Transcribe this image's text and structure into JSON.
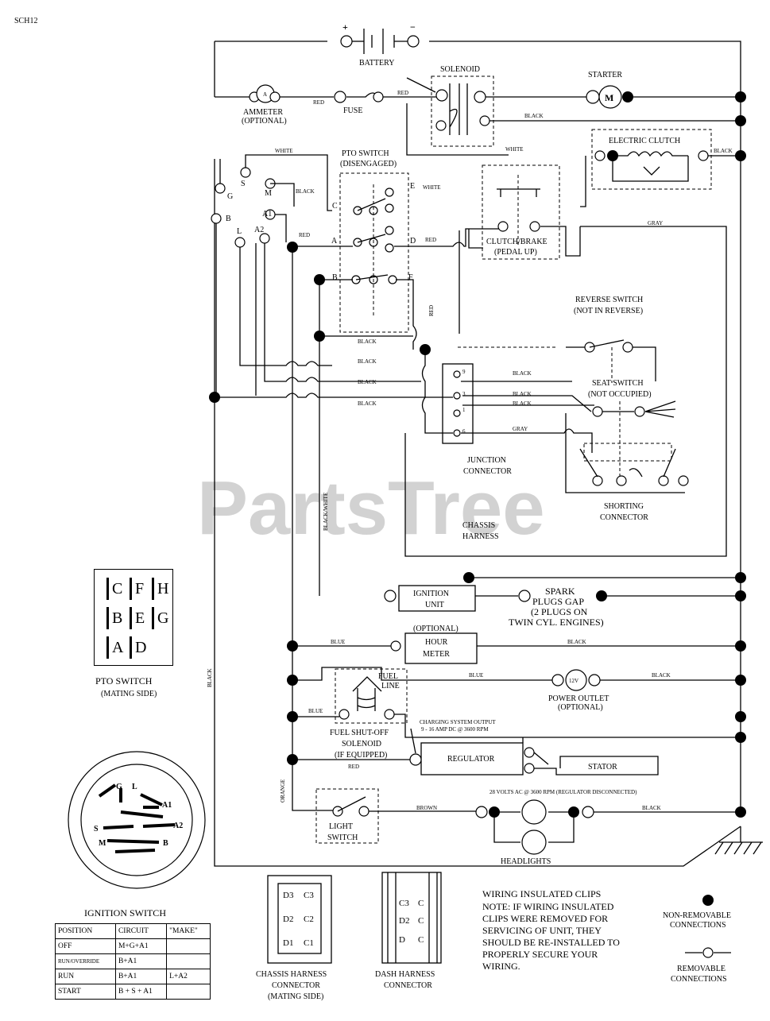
{
  "page": {
    "code": "SCH12"
  },
  "watermark": "PartsTree",
  "components": {
    "battery": "BATTERY",
    "battery_pos": "+",
    "battery_neg": "−",
    "solenoid": "SOLENOID",
    "starter": "STARTER",
    "starter_symbol": "M",
    "ammeter": "AMMETER",
    "ammeter_sub": "(OPTIONAL)",
    "ammeter_symbol": "A",
    "fuse": "FUSE",
    "pto_switch": "PTO SWITCH",
    "pto_switch_sub": "(DISENGAGED)",
    "electric_clutch": "ELECTRIC CLUTCH",
    "clutch_brake": "CLUTCH/BRAKE",
    "clutch_brake_sub": "(PEDAL UP)",
    "reverse_switch": "REVERSE SWITCH",
    "reverse_switch_sub": "(NOT IN REVERSE)",
    "seat_switch": "SEAT SWITCH",
    "seat_switch_sub": "(NOT OCCUPIED)",
    "junction_connector": "JUNCTION",
    "junction_connector_2": "CONNECTOR",
    "shorting_connector": "SHORTING",
    "shorting_connector_2": "CONNECTOR",
    "chassis_harness": "CHASSIS",
    "chassis_harness_2": "HARNESS",
    "ignition_unit": "IGNITION",
    "ignition_unit_2": "UNIT",
    "spark_plugs": "SPARK",
    "spark_plugs_2": "PLUGS GAP",
    "spark_plugs_3": "(2 PLUGS ON",
    "spark_plugs_4": "TWIN CYL. ENGINES)",
    "hour_meter_opt": "(OPTIONAL)",
    "hour_meter": "HOUR",
    "hour_meter_2": "METER",
    "fuel_line": "FUEL",
    "fuel_line_2": "LINE",
    "fuel_solenoid": "FUEL SHUT-OFF",
    "fuel_solenoid_2": "SOLENOID",
    "fuel_solenoid_3": "(IF EQUIPPED)",
    "power_outlet": "POWER OUTLET",
    "power_outlet_sub": "(OPTIONAL)",
    "power_outlet_symbol": "12V",
    "charging_output": "CHARGING SYSTEM OUTPUT",
    "charging_output_2": "9 - 16 AMP DC @ 3600 RPM",
    "regulator": "REGULATOR",
    "stator": "STATOR",
    "stator_note": "28 VOLTS AC @ 3600 RPM (REGULATOR DISCONNECTED)",
    "light_switch": "LIGHT",
    "light_switch_2": "SWITCH",
    "headlights": "HEADLIGHTS"
  },
  "pin_labels": {
    "ign_s": "S",
    "ign_m": "M",
    "ign_a1": "A1",
    "ign_a2": "A2",
    "ign_l": "L",
    "ign_g": "G",
    "ign_b": "B",
    "pto_e": "E",
    "pto_c": "C",
    "pto_a": "A",
    "pto_d": "D",
    "pto_b": "B",
    "pto_f": "F",
    "jc_1": "9",
    "jc_2": "3",
    "jc_3": "1",
    "jc_4": "6"
  },
  "wire_labels": {
    "red1": "RED",
    "red2": "RED",
    "red3": "RED",
    "red4": "RED",
    "red5": "RED",
    "black1": "BLACK",
    "black2": "BLACK",
    "black3": "BLACK",
    "black4": "BLACK",
    "black5": "BLACK",
    "black6": "BLACK",
    "black7": "BLACK",
    "black8": "BLACK",
    "black9": "BLACK",
    "black10": "BLACK",
    "black11": "BLACK",
    "black12": "BLACK",
    "black13": "BLACK",
    "black14": "BLACK",
    "white1": "WHITE",
    "white2": "WHITE",
    "white3": "WHITE",
    "gray1": "GRAY",
    "gray2": "GRAY",
    "blue1": "BLUE",
    "blue2": "BLUE",
    "blue3": "BLUE",
    "orange": "ORANGE",
    "brown": "BROWN",
    "black_white": "BLACK/WHITE"
  },
  "pto_switch_mating": {
    "title": "PTO SWITCH",
    "subtitle": "(MATING SIDE)",
    "rows": [
      [
        "C",
        "F",
        "H"
      ],
      [
        "B",
        "E",
        "G"
      ],
      [
        "A",
        "D"
      ]
    ]
  },
  "ignition_switch": {
    "title": "IGNITION SWITCH",
    "terminals": [
      "G",
      "L",
      "A1",
      "S",
      "A2",
      "M",
      "B"
    ],
    "table": {
      "headers": [
        "POSITION",
        "CIRCUIT",
        "\"MAKE\""
      ],
      "rows": [
        [
          "OFF",
          "M+G+A1",
          ""
        ],
        [
          "RUN/OVERRIDE",
          "B+A1",
          ""
        ],
        [
          "RUN",
          "B+A1",
          "L+A2"
        ],
        [
          "START",
          "B + S + A1",
          ""
        ]
      ]
    }
  },
  "chassis_harness_connector": {
    "title": "CHASSIS HARNESS",
    "title_2": "CONNECTOR",
    "subtitle": "(MATING SIDE)",
    "pins": [
      "D3",
      "C3",
      "D2",
      "C2",
      "D1",
      "C1"
    ]
  },
  "dash_harness_connector": {
    "title": "DASH HARNESS",
    "title_2": "CONNECTOR",
    "pins": [
      "C3",
      "C",
      "D2",
      "C",
      "D",
      "C"
    ]
  },
  "notes": {
    "line1": "WIRING INSULATED CLIPS",
    "line2": "NOTE: IF WIRING INSULATED",
    "line3": "CLIPS WERE REMOVED FOR",
    "line4": "SERVICING OF UNIT, THEY",
    "line5": "SHOULD BE RE-INSTALLED TO",
    "line6": "PROPERLY SECURE YOUR",
    "line7": "WIRING."
  },
  "legend": {
    "non_removable": "NON-REMOVABLE",
    "non_removable_2": "CONNECTIONS",
    "removable": "REMOVABLE",
    "removable_2": "CONNECTIONS"
  }
}
